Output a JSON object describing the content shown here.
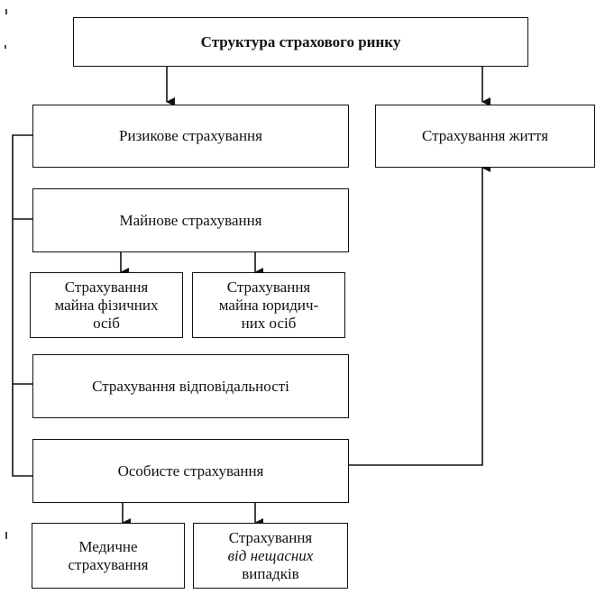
{
  "diagram": {
    "root": {
      "label": "Структура страхового ринку"
    },
    "risk": {
      "label": "Ризикове страхування"
    },
    "life": {
      "label": "Страхування життя"
    },
    "property": {
      "label": "Майнове страхування"
    },
    "property_individuals": {
      "lines": [
        "Страхування",
        "майна фізичних",
        "осіб"
      ]
    },
    "property_legal": {
      "lines": [
        "Страхування",
        "майна юридич-",
        "них осіб"
      ]
    },
    "liability": {
      "label": "Страхування відповідальності"
    },
    "personal": {
      "label": "Особисте страхування"
    },
    "medical": {
      "lines": [
        "Медичне",
        "страхування"
      ]
    },
    "accident": {
      "lines": [
        "Страхування",
        "від нещасних",
        "випадків"
      ]
    }
  }
}
